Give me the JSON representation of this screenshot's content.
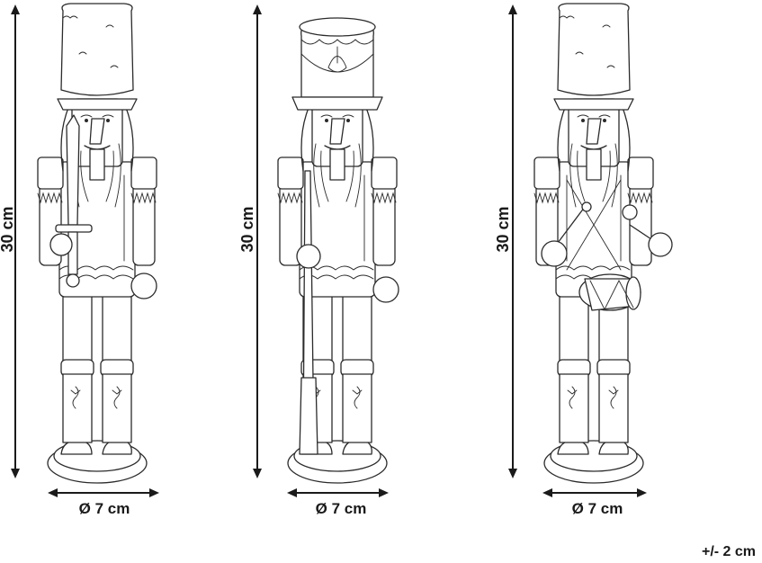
{
  "figures": [
    {
      "id": "fur-hat-sword",
      "height_label": "30 cm",
      "diameter_label": "Ø 7 cm"
    },
    {
      "id": "shako-rifle",
      "height_label": "30 cm",
      "diameter_label": "Ø 7 cm"
    },
    {
      "id": "fur-hat-drum",
      "height_label": "30 cm",
      "diameter_label": "Ø 7 cm"
    }
  ],
  "tolerance_label": "+/- 2 cm",
  "colors": {
    "line": "#2b2b2b",
    "label": "#1a1a1a",
    "background": "#ffffff"
  }
}
